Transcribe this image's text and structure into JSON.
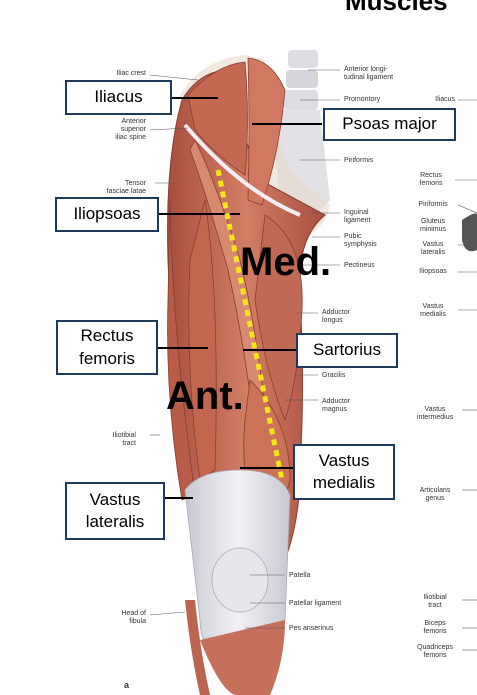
{
  "title": "Muscles",
  "callouts": {
    "iliacus": "Iliacus",
    "psoas_major": "Psoas major",
    "iliopsoas": "Iliopsoas",
    "rectus_femoris": "Rectus\nfemoris",
    "sartorius": "Sartorius",
    "vastus_medialis": "Vastus\nmedialis",
    "vastus_lateralis": "Vastus\nlateralis"
  },
  "regions": {
    "medial": "Med.",
    "anterior": "Ant."
  },
  "left_labels": {
    "iliac_crest": "Iliac crest",
    "asis": "Anterior\nsuperior\niliac spine",
    "tfl": "Tensor\nfasciae latae",
    "it_tract": "Iliotibial\ntract",
    "fibula_head": "Head of\nfibula"
  },
  "mid_labels": {
    "all": "Anterior longi-\ntudinal ligament",
    "promontory": "Promontory",
    "piriformis": "Piriformis",
    "inguinal": "Inguinal\nligament",
    "pubic": "Pubic\nsymphysis",
    "pectineus": "Pectineus",
    "add_longus": "Adductor\nlongus",
    "gracilis": "Gracilis",
    "add_magnus": "Adductor\nmagnus",
    "patella": "Patella",
    "pat_lig": "Patellar ligament",
    "pes": "Pes anserinus"
  },
  "right_labels": {
    "iliacus": "Iliacus",
    "rectus": "Rectus\nfemoris",
    "piriformis": "Piriformis",
    "glut_min": "Gluteus\nminimus",
    "vast_lat": "Vastus\nlateralis",
    "iliopsoas": "Iliopsoas",
    "vast_med": "Vastus\nmedialis",
    "vast_int": "Vastus\nintermedius",
    "artic": "Articularis\ngenus",
    "it_tract": "Iliotibial\ntract",
    "biceps": "Biceps\nfemoris",
    "quad": "Quadriceps\nfemoris"
  },
  "figure_letter": "a",
  "colors": {
    "callout_border": "#1f3b5c",
    "muscle": "#c9705a",
    "muscle_dark": "#9e4a3a",
    "tendon": "#e4e4ea",
    "divider": "#f5e51a"
  }
}
